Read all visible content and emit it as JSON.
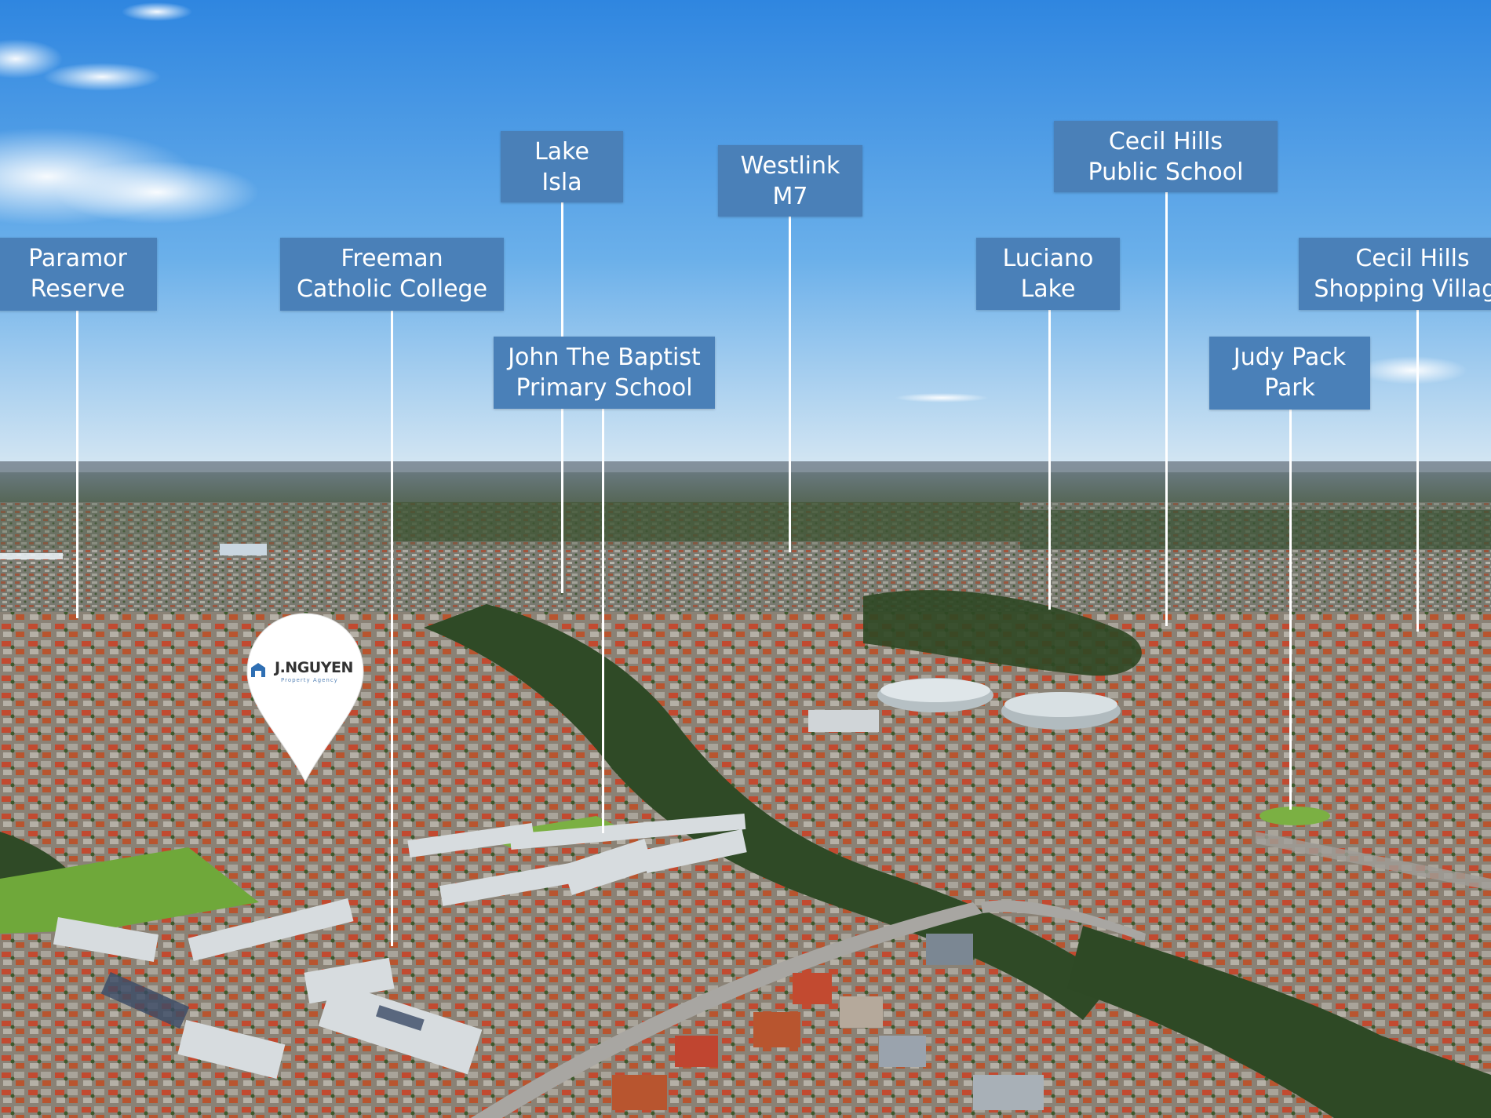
{
  "colors": {
    "sky_top": "#2f86e0",
    "sky_horizon": "#cfe2f2",
    "label_bg": "#4a80b8",
    "label_text": "#ffffff",
    "leader_line": "#ffffff",
    "roof_red": "#c24a30",
    "roof_grey": "#9aa3ad",
    "tree_green": "#2f4a26",
    "oval_green": "#6fa83a"
  },
  "labels": [
    {
      "line1": "Paramor",
      "line2": "Reserve"
    },
    {
      "line1": "Freeman",
      "line2": "Catholic College"
    },
    {
      "line1": "Lake",
      "line2": "Isla"
    },
    {
      "line1": "John The Baptist",
      "line2": "Primary School"
    },
    {
      "line1": "Westlink",
      "line2": "M7"
    },
    {
      "line1": "Luciano",
      "line2": "Lake"
    },
    {
      "line1": "Cecil Hills",
      "line2": "Public School"
    },
    {
      "line1": "Judy Pack",
      "line2": "Park"
    },
    {
      "line1": "Cecil Hills",
      "line2": "Shopping Village"
    }
  ],
  "marker": {
    "brand": "J.NGUYEN",
    "tagline": "Property Agency"
  }
}
